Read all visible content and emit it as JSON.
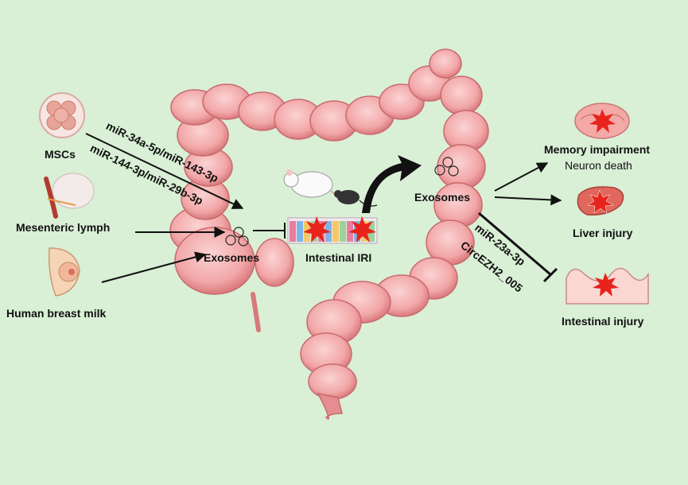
{
  "sources": {
    "mscs": "MSCs",
    "lymph": "Mesenteric lymph",
    "milk": "Human breast milk"
  },
  "center": {
    "exosomes_left": "Exosomes",
    "intestinal_iri": "Intestinal IRI",
    "exosomes_right": "Exosomes"
  },
  "mirnas": {
    "m1": "miR-34a-5p/miR-143-3p",
    "m2": "miR-144-3p/miR-29b-3p",
    "m3": "miR-23a-3p",
    "m4": "CircEZH2_005"
  },
  "outcomes": {
    "memory_title": "Memory impairment",
    "memory_sub": "Neuron death",
    "liver": "Liver injury",
    "intestinal": "Intestinal injury"
  },
  "colors": {
    "background": "#d9efd6",
    "colon": "#f2a7a8",
    "colon_dark": "#d9797c",
    "burst": "#e8231c",
    "arrow": "#111111"
  }
}
